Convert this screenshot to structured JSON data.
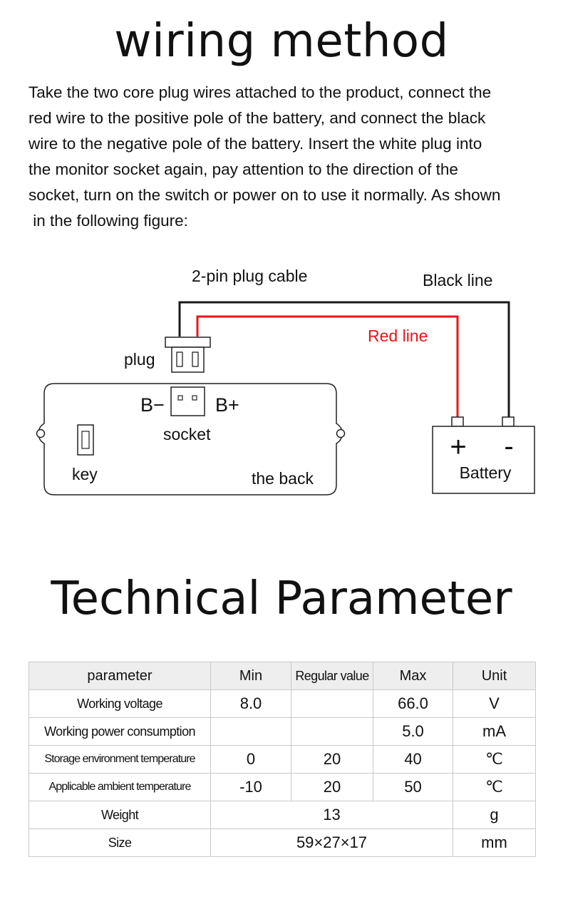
{
  "wiring": {
    "title": "wiring method",
    "intro_lines": [
      "Take the two core plug wires attached to the product, connect the",
      "red wire to the positive pole of the battery, and connect the black",
      "wire to the negative pole of the battery. Insert the white plug into",
      "the monitor socket again, pay attention to the direction of the",
      "socket, turn on the switch or power on to use it normally. As shown",
      " in the following figure:"
    ]
  },
  "diagram": {
    "plug_cable_label": "2-pin plug cable",
    "black_line_label": "Black line",
    "red_line_label": "Red line",
    "plug_label": "plug",
    "socket_minus_label": "B−",
    "socket_plus_label": "B+",
    "socket_label": "socket",
    "key_label": "key",
    "back_label": "the back",
    "battery_plus": "+",
    "battery_minus": "-",
    "battery_label": "Battery",
    "colors": {
      "red_wire": "#e8141b",
      "black_wire": "#1a1a1a",
      "red_text": "#e8141b"
    }
  },
  "technical": {
    "title": "Technical Parameter",
    "headers": [
      "parameter",
      "Min",
      "Regular value",
      "Max",
      "Unit"
    ],
    "rows": [
      {
        "parameter": "Working voltage",
        "min": "8.0",
        "regular": "",
        "max": "66.0",
        "unit": "V"
      },
      {
        "parameter": "Working power consumption",
        "min": "",
        "regular": "",
        "max": "5.0",
        "unit": "mA"
      },
      {
        "parameter": "Storage environment temperature",
        "min": "0",
        "regular": "20",
        "max": "40",
        "unit": "℃"
      },
      {
        "parameter": "Applicable ambient temperature",
        "min": "-10",
        "regular": "20",
        "max": "50",
        "unit": "℃"
      }
    ],
    "weight": {
      "parameter": "Weight",
      "value": "13",
      "unit": "g"
    },
    "size": {
      "parameter": "Size",
      "value": "59×27×17",
      "unit": "mm"
    }
  }
}
